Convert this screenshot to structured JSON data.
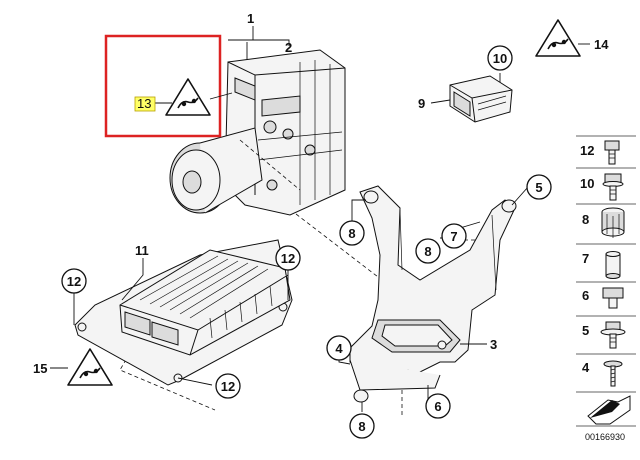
{
  "callouts": {
    "c1": "1",
    "c2": "2",
    "c3": "3",
    "c4": "4",
    "c5": "5",
    "c6": "6",
    "c7": "7",
    "c8a": "8",
    "c8b": "8",
    "c8c": "8",
    "c9": "9",
    "c10": "10",
    "c11": "11",
    "c12a": "12",
    "c12b": "12",
    "c12c": "12",
    "c13": "13",
    "c14": "14",
    "c15": "15"
  },
  "hardware_list": [
    "12",
    "10",
    "8",
    "7",
    "6",
    "5",
    "4"
  ],
  "doc_number": "00166930",
  "icons": {
    "warning": "warning-triangle-icon",
    "arrow": "direction-arrow-icon"
  },
  "colors": {
    "highlight_box": "#dd2222",
    "highlight_label": "#ffff66"
  }
}
